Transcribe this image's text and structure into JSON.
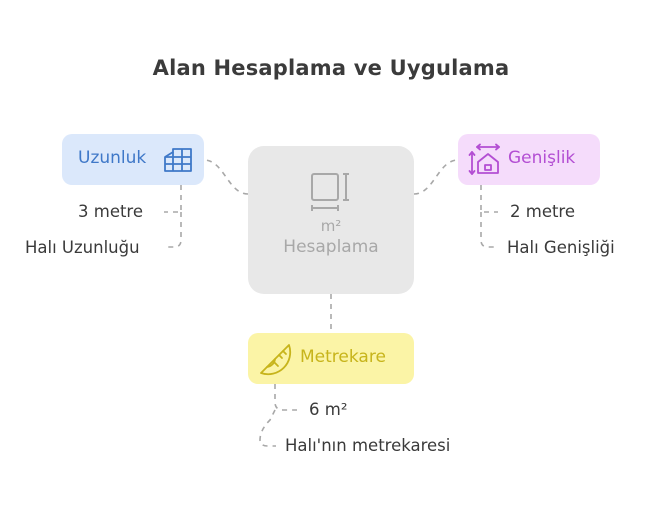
{
  "title": "Alan Hesaplama ve Uygulama",
  "center": {
    "line1": "m²",
    "line2": "Hesaplama",
    "icon": "square-measure-icon"
  },
  "nodes": {
    "uzunluk": {
      "label": "Uzunluk",
      "icon": "building-grid-icon",
      "color": "#dbe8fb",
      "text_color": "#3f78c8",
      "items": [
        "3 metre",
        "Halı Uzunluğu"
      ]
    },
    "genislik": {
      "label": "Genişlik",
      "icon": "house-width-icon",
      "color": "#f5dcfb",
      "text_color": "#b34ed3",
      "items": [
        "2 metre",
        "Halı Genişliği"
      ]
    },
    "metrekare": {
      "label": "Metrekare",
      "icon": "protractor-icon",
      "color": "#fbf4a6",
      "text_color": "#c7b41b",
      "items": [
        "6 m²",
        "Halı'nın metrekaresi"
      ]
    }
  }
}
